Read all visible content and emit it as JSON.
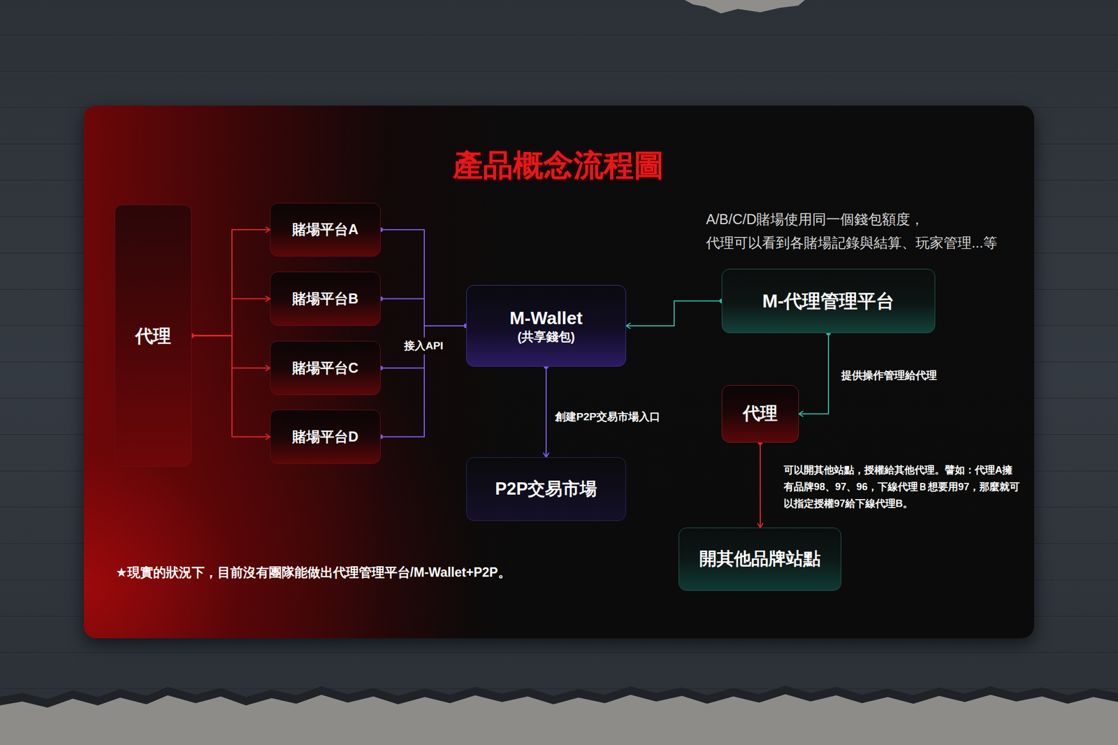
{
  "diagram": {
    "title": "產品概念流程圖",
    "nodes": [
      {
        "text": [
          "代理"
        ]
      },
      {
        "text": [
          "賭場平台A"
        ]
      },
      {
        "text": [
          "賭場平台B"
        ]
      },
      {
        "text": [
          "賭場平台C"
        ]
      },
      {
        "text": [
          "賭場平台D"
        ]
      },
      {
        "text": [
          "M-Wallet",
          "(共享錢包)"
        ]
      },
      {
        "text": [
          "M-代理管理平台"
        ]
      },
      {
        "text": [
          "代理"
        ]
      },
      {
        "text": [
          "P2P交易市場"
        ]
      },
      {
        "text": [
          "開其他品牌站點"
        ]
      }
    ],
    "edges": [
      {
        "from": 0,
        "to": 1,
        "arrow": "to"
      },
      {
        "from": 0,
        "to": 2,
        "arrow": "to"
      },
      {
        "from": 0,
        "to": 3,
        "arrow": "to"
      },
      {
        "from": 0,
        "to": 4,
        "arrow": "to"
      },
      {
        "from": 1,
        "to": 5,
        "arrow": "none"
      },
      {
        "from": 2,
        "to": 5,
        "arrow": "none"
      },
      {
        "from": 3,
        "to": 5,
        "arrow": "none",
        "label": "接入API"
      },
      {
        "from": 4,
        "to": 5,
        "arrow": "none"
      },
      {
        "from": 6,
        "to": 5,
        "arrow": "to"
      },
      {
        "from": 5,
        "to": 8,
        "arrow": "to",
        "label": "創建P2P交易市場入口"
      },
      {
        "from": 6,
        "to": 7,
        "arrow": "to",
        "label": "提供操作管理給代理"
      },
      {
        "from": 7,
        "to": 9,
        "arrow": "to",
        "label": "可以開其他站點，授權給其他代理。譬如：代理A擁有品牌98、97、96，下線代理Ｂ想要用97，那麼就可以指定授權97給下線代理B。"
      }
    ],
    "labels": [
      "A/B/C/D賭場使用同一個錢包額度，",
      "代理可以看到各賭場記錄與結算、玩家管理...等",
      "★現實的狀況下，目前沒有團隊能做出代理管理平台/M-Wallet+P2P。"
    ]
  }
}
